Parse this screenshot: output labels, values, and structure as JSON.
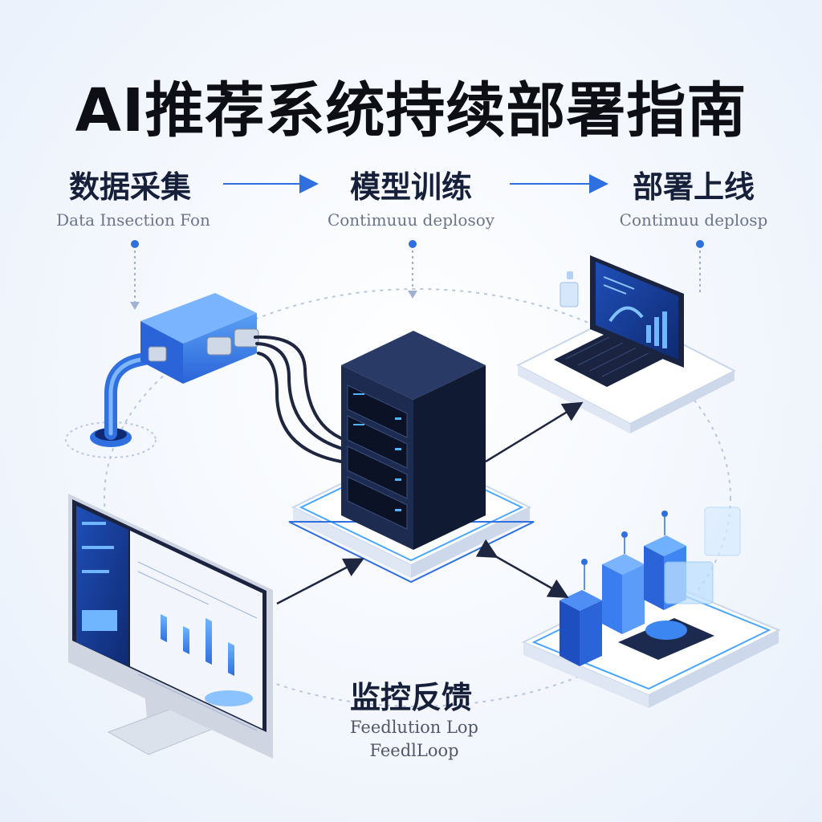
{
  "title": "AI推荐系统持续部署指南",
  "stages": [
    {
      "label": "数据采集",
      "sub": "Data Insection Fon"
    },
    {
      "label": "模型训练",
      "sub": "Contimuuu deplosoy"
    },
    {
      "label": "部署上线",
      "sub": "Contimuu deplosp"
    }
  ],
  "feedback": {
    "label": "监控反馈",
    "sub1": "Feedlution Lop",
    "sub2": "FeedlLoop"
  },
  "colors": {
    "accent": "#2f6fe0",
    "navy": "#1c2a4f",
    "line": "#1f2740"
  }
}
